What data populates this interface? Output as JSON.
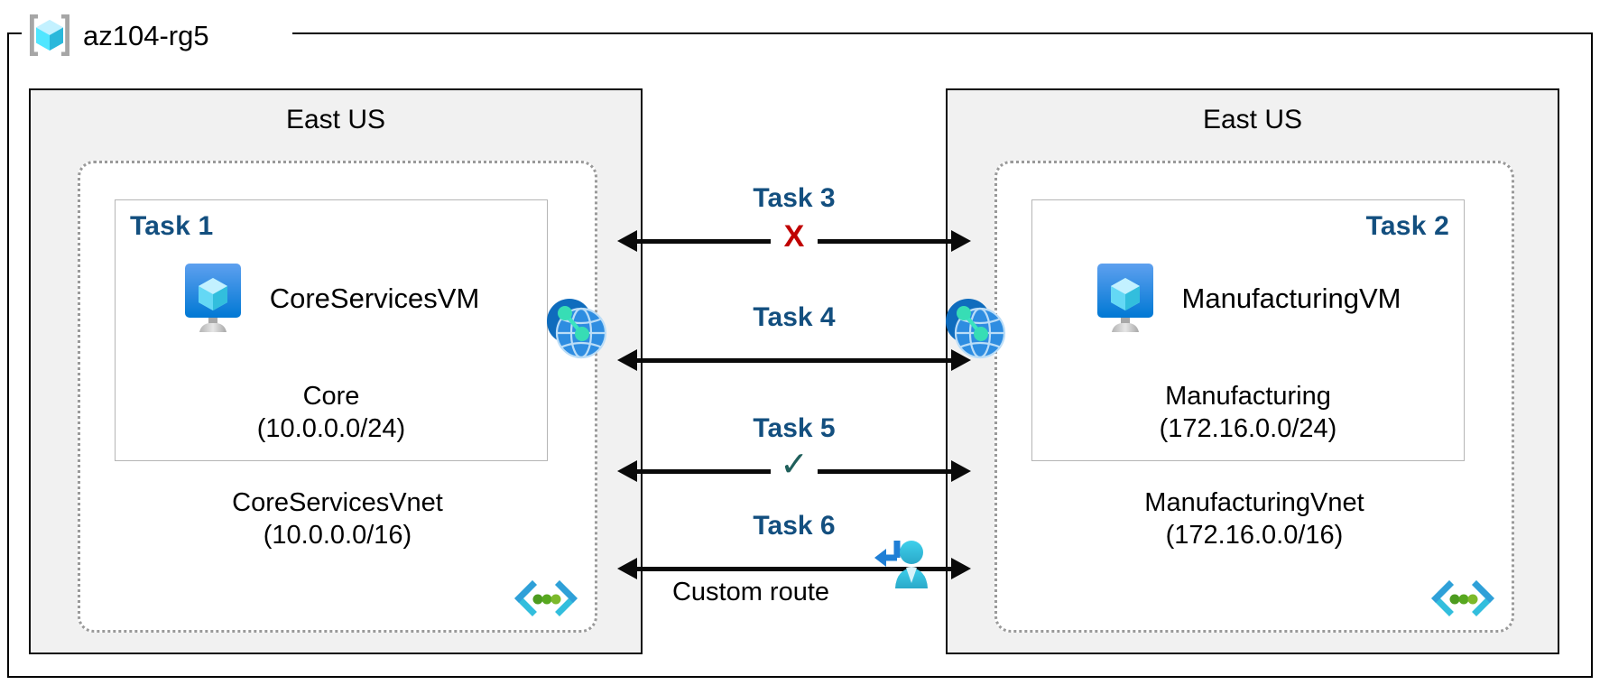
{
  "diagram": {
    "resource_group": {
      "name": "az104-rg5",
      "icon": "resource-group-cube-icon"
    },
    "regions": [
      {
        "id": "left",
        "title": "East US",
        "vnet": {
          "name": "CoreServicesVnet",
          "address_space": "(10.0.0.0/16)",
          "icon": "virtual-network-globe-icon",
          "subnet_icon": "subnet-code-brackets-icon",
          "subnet": {
            "task_tag": "Task 1",
            "task_tag_align": "left",
            "vm_name": "CoreServicesVM",
            "vm_icon": "virtual-machine-icon",
            "name": "Core",
            "address_space": "(10.0.0.0/24)"
          }
        }
      },
      {
        "id": "right",
        "title": "East US",
        "vnet": {
          "name": "ManufacturingVnet",
          "address_space": "(172.16.0.0/16)",
          "icon": "virtual-network-globe-icon",
          "subnet_icon": "subnet-code-brackets-icon",
          "subnet": {
            "task_tag": "Task 2",
            "task_tag_align": "right",
            "vm_name": "ManufacturingVM",
            "vm_icon": "virtual-machine-icon",
            "name": "Manufacturing",
            "address_space": "(172.16.0.0/24)"
          }
        }
      }
    ],
    "connections": [
      {
        "id": "task3",
        "label": "Task 3",
        "marker": "x",
        "marker_glyph": "×",
        "marker_text": "X",
        "sublabel": "",
        "direction": "bidirectional"
      },
      {
        "id": "task4",
        "label": "Task 4",
        "marker": "none",
        "marker_text": "",
        "sublabel": "",
        "direction": "bidirectional"
      },
      {
        "id": "task5",
        "label": "Task 5",
        "marker": "check",
        "marker_text": "✓",
        "sublabel": "",
        "direction": "bidirectional"
      },
      {
        "id": "task6",
        "label": "Task 6",
        "marker": "user-route",
        "marker_text": "",
        "sublabel": "Custom route",
        "direction": "bidirectional"
      }
    ],
    "colors": {
      "task_label": "#134F7F",
      "blocked_marker": "#C00000",
      "allowed_marker": "#1F5F5B",
      "region_fill": "#F1F1F1",
      "vnet_border": "#9A9A9A",
      "azure_blue": "#0078D4",
      "cube_cyan": "#50E6FF",
      "user_cyan": "#32BEDD"
    }
  }
}
